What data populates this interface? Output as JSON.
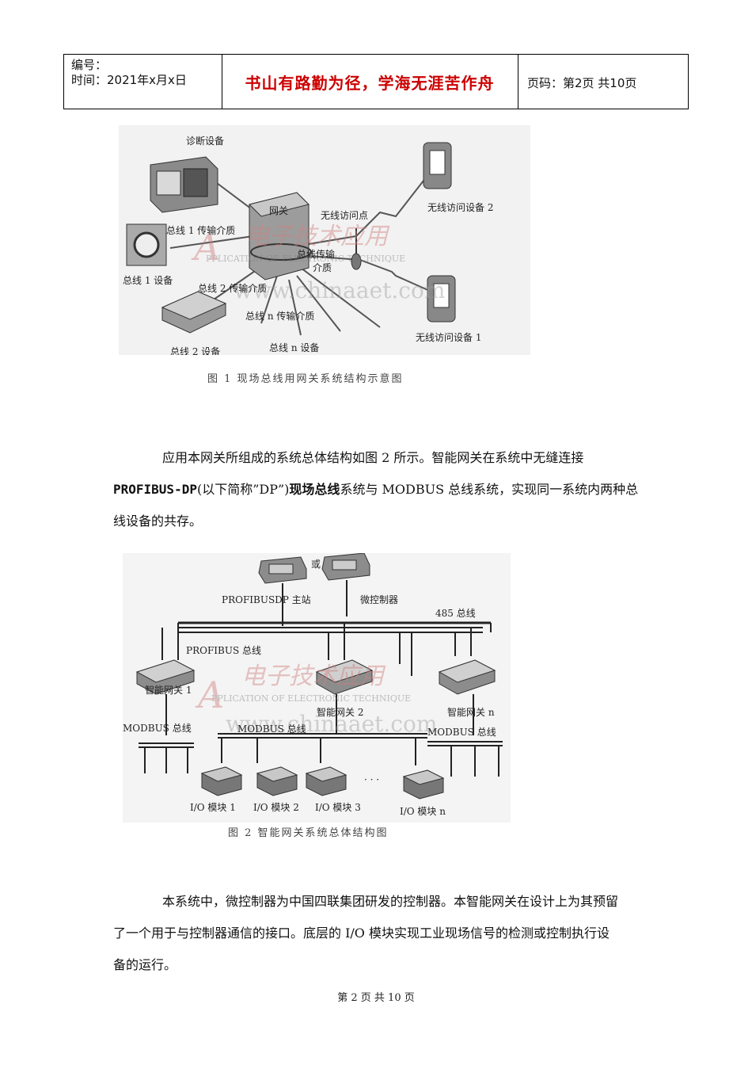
{
  "header": {
    "number_label": "编号：",
    "time_label": "时间：2021年x月x日",
    "motto": "书山有路勤为径，学海无涯苦作舟",
    "page_code": "页码：第2页  共10页"
  },
  "figure1": {
    "labels": {
      "diagnostic": "诊断设备",
      "gateway": "网关",
      "wireless_ap": "无线访问点",
      "wireless_dev2": "无线访问设备 2",
      "wireless_dev1": "无线访问设备 1",
      "bus1_medium": "总线 1 传输介质",
      "bus1_device": "总线 1 设备",
      "bus2_medium": "总线 2 传输介质",
      "bus2_device": "总线 2 设备",
      "busn_medium": "总线 n 传输介质",
      "busn_device": "总线 n 设备",
      "bus_medium_a": "总线传输",
      "bus_medium_b": "介质"
    },
    "watermark_logo": "电子技术应用",
    "watermark_sub": "PPLICATION OF ELECTRONIC TECHNIQUE",
    "watermark_url": "www.chinaaet.com",
    "caption": "图 1  现场总线用网关系统结构示意图"
  },
  "paragraph1": {
    "line1": "应用本网关所组成的系统总体结构如图 2 所示。智能网关在系统中无缝连接",
    "line2_bold": "PROFIBUS-DP",
    "line2_mid": "(以下简称”DP”)",
    "line2_bold2": "现场总线",
    "line2_rest": "系统与 MODBUS 总线系统，实现同一系统内两种总",
    "line3": "线设备的共存。"
  },
  "figure2": {
    "labels": {
      "or": "或",
      "master": "PROFIBUSDP 主站",
      "micro": "微控制器",
      "bus485": "485 总线",
      "profibus_bus": "PROFIBUS 总线",
      "gw1": "智能网关 1",
      "gw2": "智能网关 2",
      "gwn": "智能网关 n",
      "modbus1": "MODBUS 总线",
      "modbus2": "MODBUS 总线",
      "modbus3": "MODBUS 总线",
      "io1": "I/O 模块 1",
      "io2": "I/O 模块 2",
      "io3": "I/O 模块 3",
      "ion": "I/O 模块 n",
      "dots": "· · ·"
    },
    "watermark_logo": "电子技术应用",
    "watermark_sub": "PPLICATION OF ELECTRONIC TECHNIQUE",
    "watermark_url": "www.chinaaet.com",
    "caption": "图 2  智能网关系统总体结构图"
  },
  "paragraph2": {
    "line1": "本系统中，微控制器为中国四联集团研发的控制器。本智能网关在设计上为其预留",
    "line2": "了一个用于与控制器通信的接口。底层的 I/O 模块实现工业现场信号的检测或控制执行设",
    "line3": "备的运行。"
  },
  "footer": {
    "page": "第 2 页  共 10 页"
  }
}
